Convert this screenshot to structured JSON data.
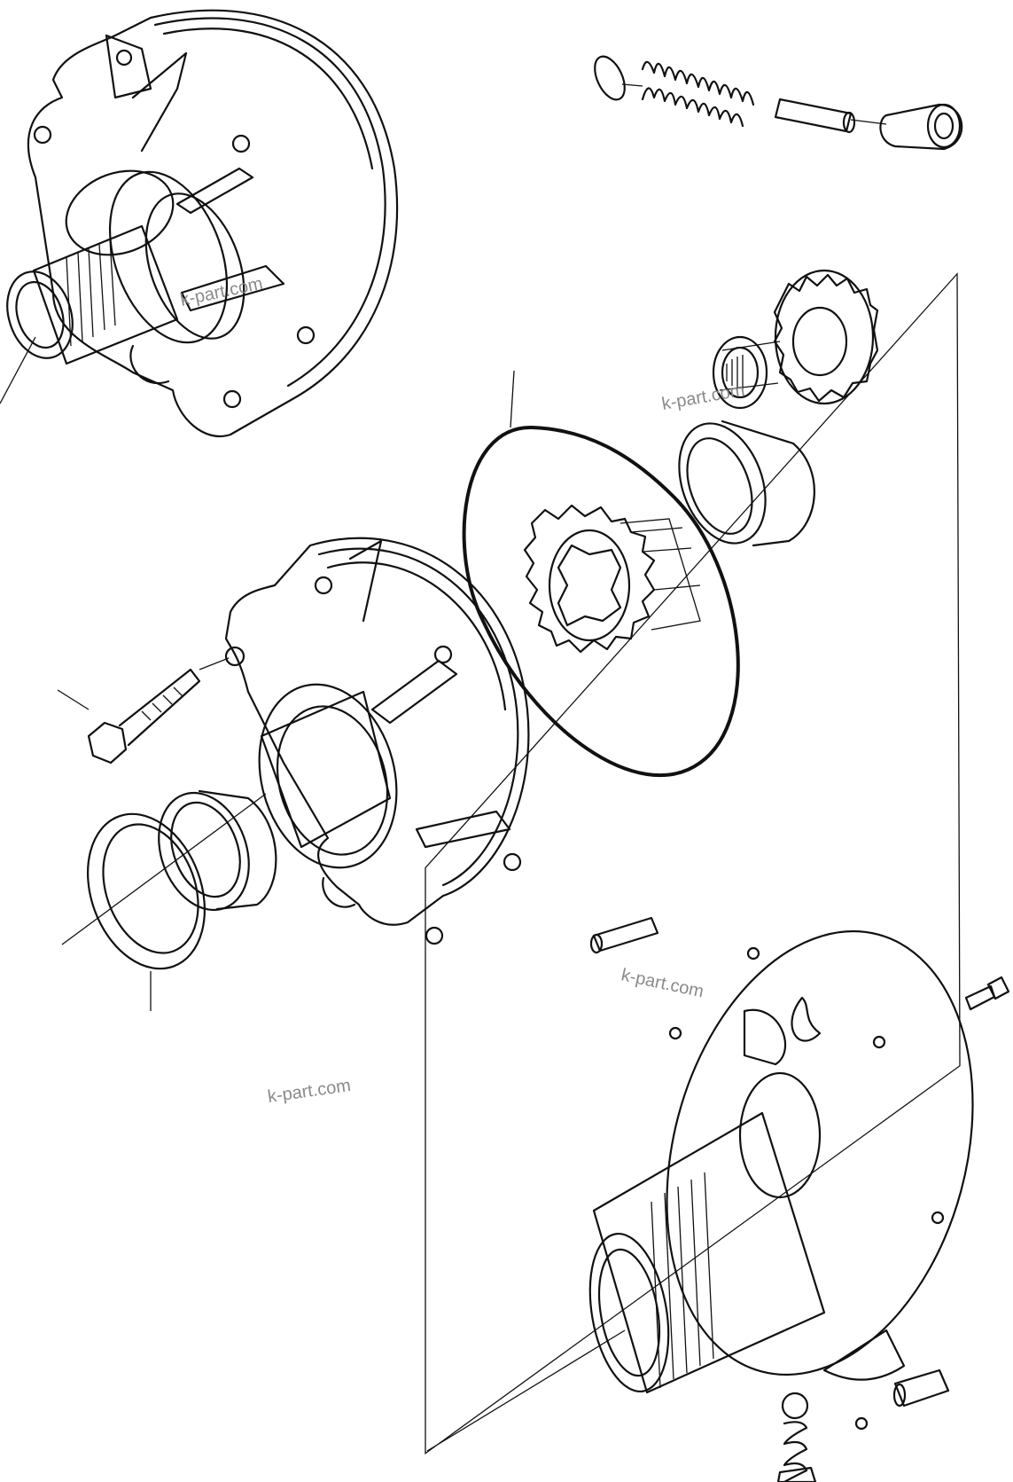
{
  "watermarks": [
    "k-part.com",
    "k-part.com",
    "k-part.com",
    "k-part.com"
  ],
  "colors": {
    "line": "#111111",
    "watermark": "#8a8a8a",
    "background": "#ffffff"
  }
}
